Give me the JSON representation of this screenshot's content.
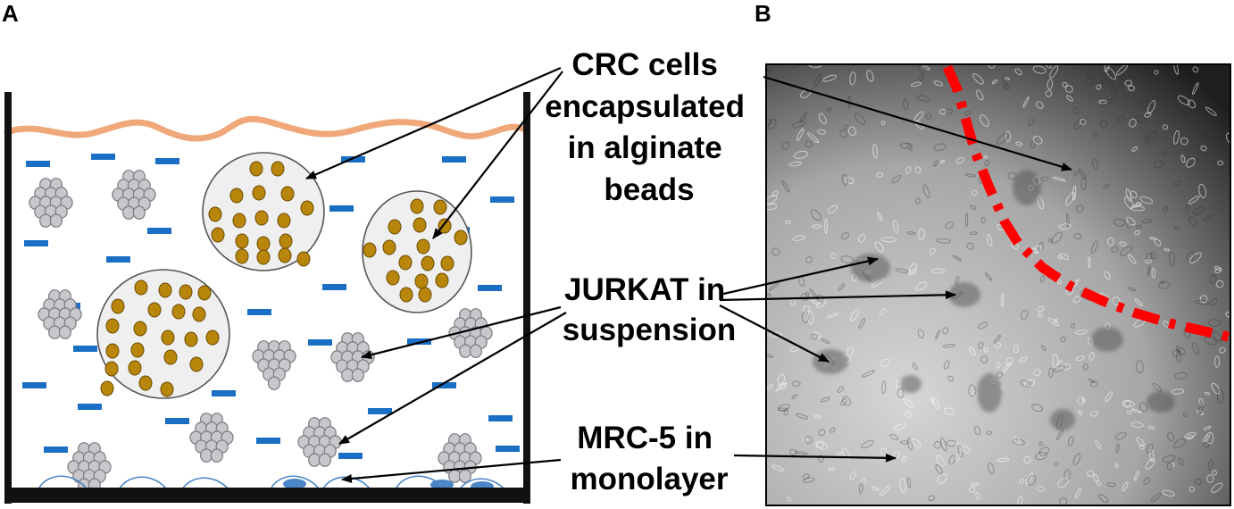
{
  "panels": {
    "a": {
      "letter": "A"
    },
    "b": {
      "letter": "B"
    }
  },
  "labels": {
    "crc": {
      "lines": [
        "CRC  cells",
        "encapsulated",
        "in alginate",
        "beads"
      ]
    },
    "jurkat": {
      "lines": [
        "JURKAT  in",
        "suspension"
      ]
    },
    "mrc5": {
      "lines": [
        "MRC-5  in",
        "monolayer"
      ]
    }
  },
  "colors": {
    "medium_surface": "#f0a87a",
    "alginate_bead_fill": "#efefef",
    "crc_cell": "#b8860b",
    "jurkat_cell": "#c8c8cc",
    "medium_dash": "#1a6fc4",
    "monolayer_cell": "#4a86c8",
    "boundary_line": "#ff0000",
    "well_wall": "#111111"
  }
}
